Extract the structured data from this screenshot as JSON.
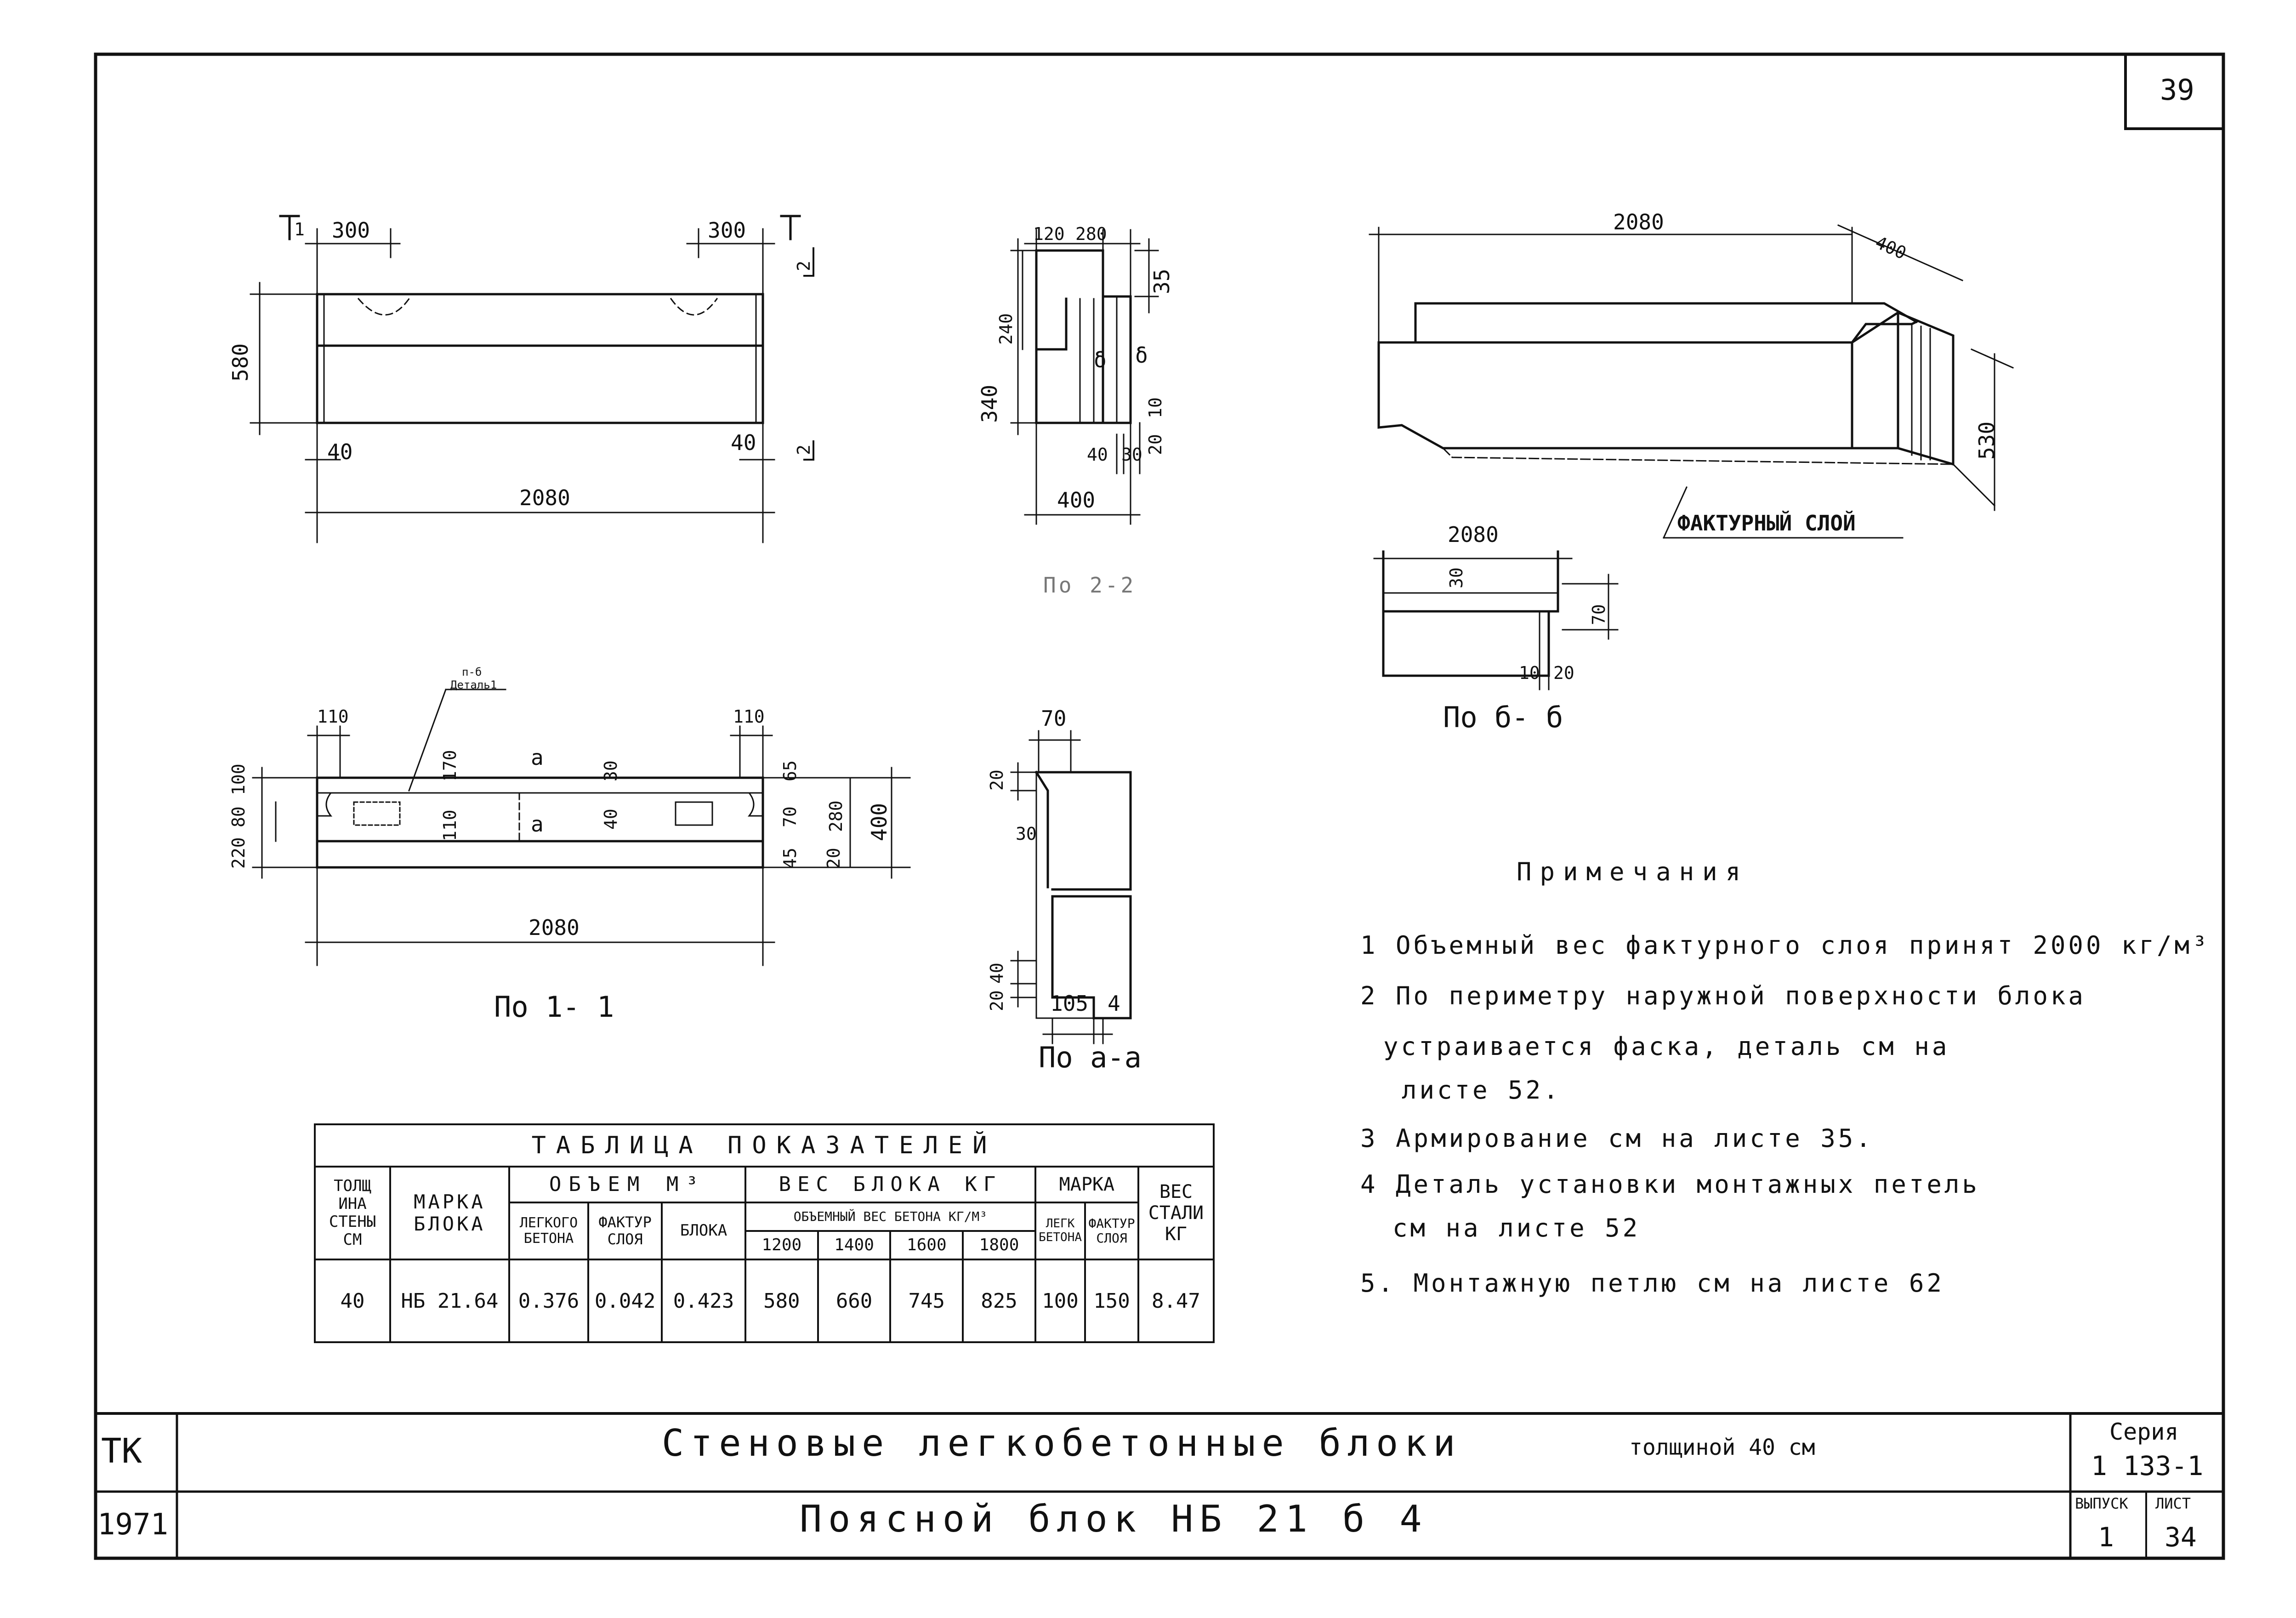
{
  "sheet_number": "39",
  "drawings": {
    "front": {
      "dims": [
        "300",
        "300",
        "580",
        "40",
        "40",
        "2080"
      ],
      "section_marks": [
        "1",
        "2",
        "2"
      ]
    },
    "side_view": {
      "dims": [
        "120",
        "280",
        "340",
        "240",
        "35",
        "10",
        "20",
        "40",
        "30",
        "400",
        "δ",
        "δ"
      ],
      "caption": "По 2-2"
    },
    "iso_view": {
      "dims": [
        "2080",
        "400",
        "530"
      ],
      "callout": "ФАКТУРНЫЙ СЛОЙ"
    },
    "section_b": {
      "dims": [
        "2080",
        "30",
        "70",
        "10",
        "20"
      ],
      "caption": "По б- б"
    },
    "plan": {
      "dims": [
        "110",
        "110",
        "100",
        "80",
        "220",
        "170",
        "30",
        "40",
        "110",
        "65",
        "70",
        "280",
        "400",
        "20",
        "45",
        "2080",
        "a",
        "a"
      ],
      "callout_top": "п-б",
      "callout_bottom": "Деталь1",
      "caption": "По 1- 1"
    },
    "section_a": {
      "dims": [
        "70",
        "20",
        "30",
        "40",
        "20",
        "105",
        "4"
      ],
      "caption": "По a-a"
    }
  },
  "table": {
    "title": "ТАБЛИЦА ПОКАЗАТЕЛЕЙ",
    "headers": {
      "thickness": "ТОЛЩ ИНА СТЕНЫ СМ",
      "mark": "МАРКА БЛОКА",
      "volume": "ОБЪЕМ М³",
      "vol_light": "ЛЕГКОГО БЕТОНА",
      "vol_facing": "ФАКТУР СЛОЯ",
      "vol_block": "БЛОКА",
      "weight": "ВЕС БЛОКА КГ",
      "weight_sub": "ОБЪЕМНЫЙ ВЕС БЕТОНА КГ/М³",
      "w1200": "1200",
      "w1400": "1400",
      "w1600": "1600",
      "w1800": "1800",
      "grade": "МАРКА",
      "grade_light": "ЛЕГК БЕТОНА",
      "grade_facing": "ФАКТУР СЛОЯ",
      "steel": "ВЕС СТАЛИ КГ"
    },
    "row": [
      "40",
      "НБ 21.64",
      "0.376",
      "0.042",
      "0.423",
      "580",
      "660",
      "745",
      "825",
      "100",
      "150",
      "8.47"
    ]
  },
  "notes": {
    "title": "Примечания",
    "lines": [
      "1 Объемный вес фактурного слоя принят 2000 кг/м³",
      "2 По периметру наружной поверхности блока",
      "устраивается фаска, деталь см на",
      "листе 52.",
      "3 Армирование см на листе 35.",
      "4 Деталь установки монтажных петель",
      "см на листе 52",
      "5. Монтажную петлю см на листе 62"
    ]
  },
  "title_block": {
    "org": "ТК",
    "year": "1971",
    "title": "Стеновые легкобетонные блоки",
    "title_suffix": "толщиной 40 см",
    "subtitle": "Поясной блок НБ 21 б 4",
    "series_label": "Серия",
    "series": "1 133-1",
    "issue_label": "ВЫПУСК",
    "issue": "1",
    "sheet_label": "ЛИСТ",
    "sheet": "34"
  }
}
